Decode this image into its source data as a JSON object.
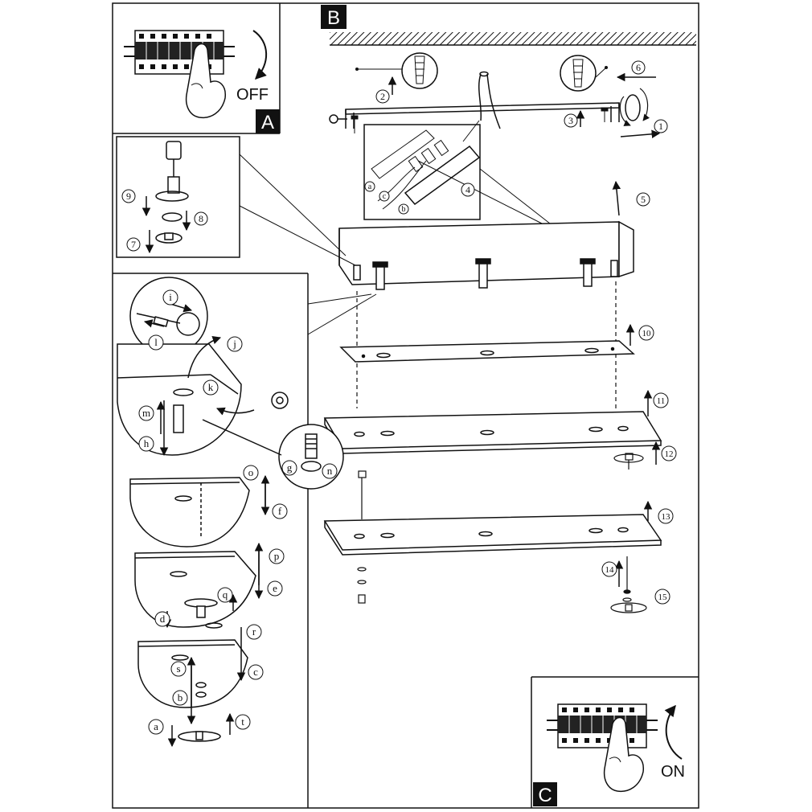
{
  "panels": {
    "A": "A",
    "B": "B",
    "C": "C"
  },
  "power": {
    "off_text": "OFF",
    "on_text": "ON"
  },
  "step_numbers": [
    "1",
    "2",
    "3",
    "4",
    "5",
    "6",
    "7",
    "8",
    "9",
    "10",
    "11",
    "12",
    "13",
    "14",
    "15"
  ],
  "detail_letters": [
    "a",
    "b",
    "c",
    "d",
    "e",
    "f",
    "g",
    "h",
    "i",
    "j",
    "k",
    "l",
    "m",
    "n",
    "o",
    "p",
    "q",
    "r",
    "s",
    "t"
  ],
  "footer_code": "",
  "colors": {
    "line": "#111111",
    "tag_bg": "#111111",
    "tag_fg": "#ffffff",
    "paper": "#ffffff"
  }
}
